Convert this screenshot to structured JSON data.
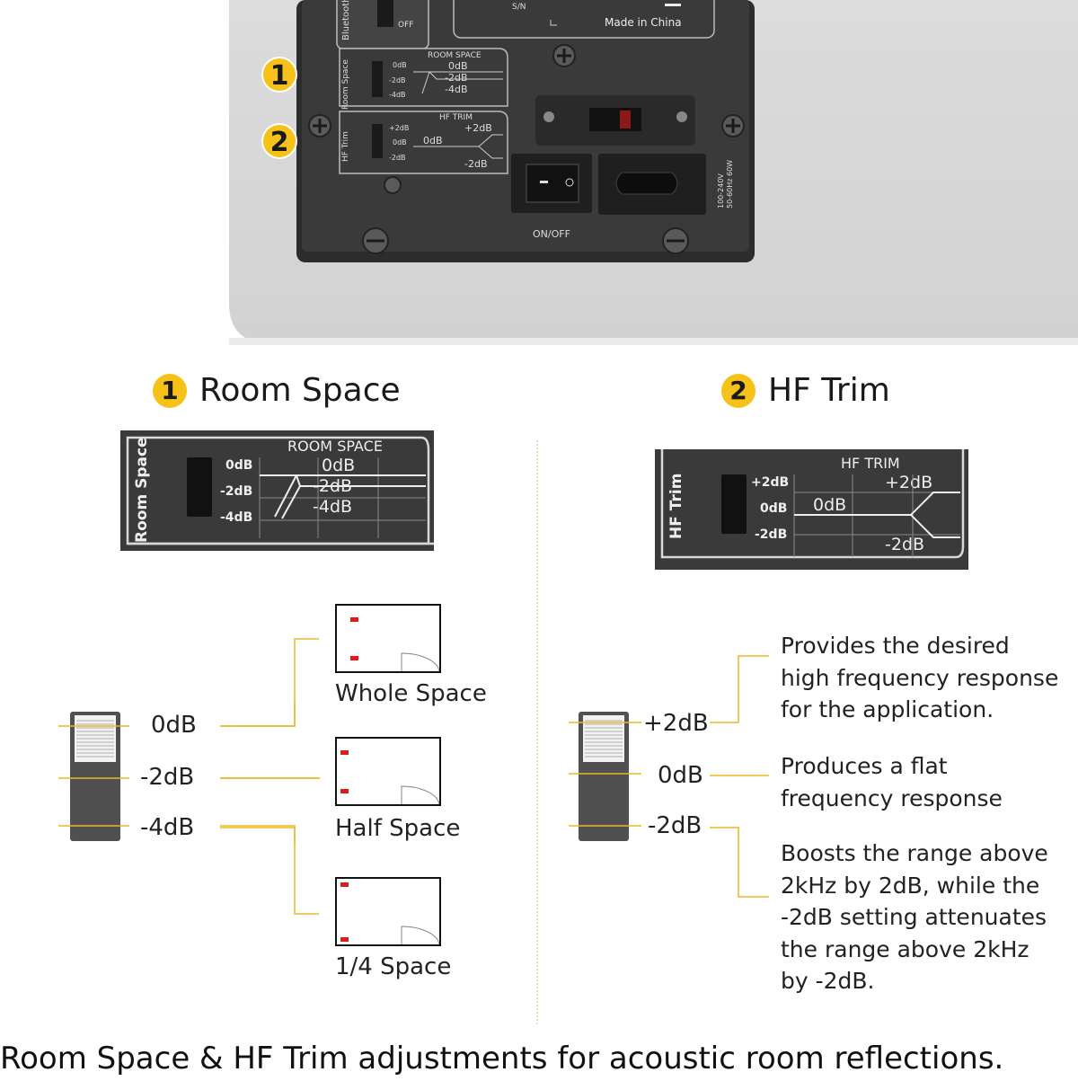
{
  "panel": {
    "bluetooth_label": "Bluetooth",
    "off_label": "OFF",
    "sn_label": "S/N",
    "made_in": "Made in China",
    "room_space_tab": "Room Space",
    "room_space_title": "ROOM SPACE",
    "room_switch_labels": [
      "0dB",
      "-2dB",
      "-4dB"
    ],
    "room_graph_labels": [
      "0dB",
      "-2dB",
      "-4dB"
    ],
    "hf_trim_tab": "HF Trim",
    "hf_trim_title": "HF TRIM",
    "hf_switch_labels": [
      "+2dB",
      "0dB",
      "-2dB"
    ],
    "hf_graph_labels": [
      "+2dB",
      "0dB",
      "-2dB"
    ],
    "power_label": "ON/OFF",
    "power_rating_1": "100-240V",
    "power_rating_2": "50-60Hz 60W",
    "callout_1": "1",
    "callout_2": "2"
  },
  "room_space": {
    "number": "1",
    "title": "Room Space",
    "switch_levels": [
      "0dB",
      "-2dB",
      "-4dB"
    ],
    "placements": [
      "Whole Space",
      "Half Space",
      "1/4 Space"
    ]
  },
  "hf_trim": {
    "number": "2",
    "title": "HF Trim",
    "switch_levels": [
      "+2dB",
      "0dB",
      "-2dB"
    ],
    "descriptions": [
      [
        "Provides the desired",
        "high frequency response",
        "for the application."
      ],
      [
        "Produces a flat",
        "frequency response"
      ],
      [
        "Boosts the range above",
        "2kHz by 2dB, while the",
        "-2dB setting attenuates",
        "the range above 2kHz",
        "by -2dB."
      ]
    ]
  },
  "caption": "Room Space & HF Trim adjustments for acoustic room reflections.",
  "colors": {
    "accent_yellow": "#f6c21a",
    "line_yellow": "#e8b923",
    "red_marker": "#e01b1b",
    "panel_dark": "#3b3b3b"
  }
}
